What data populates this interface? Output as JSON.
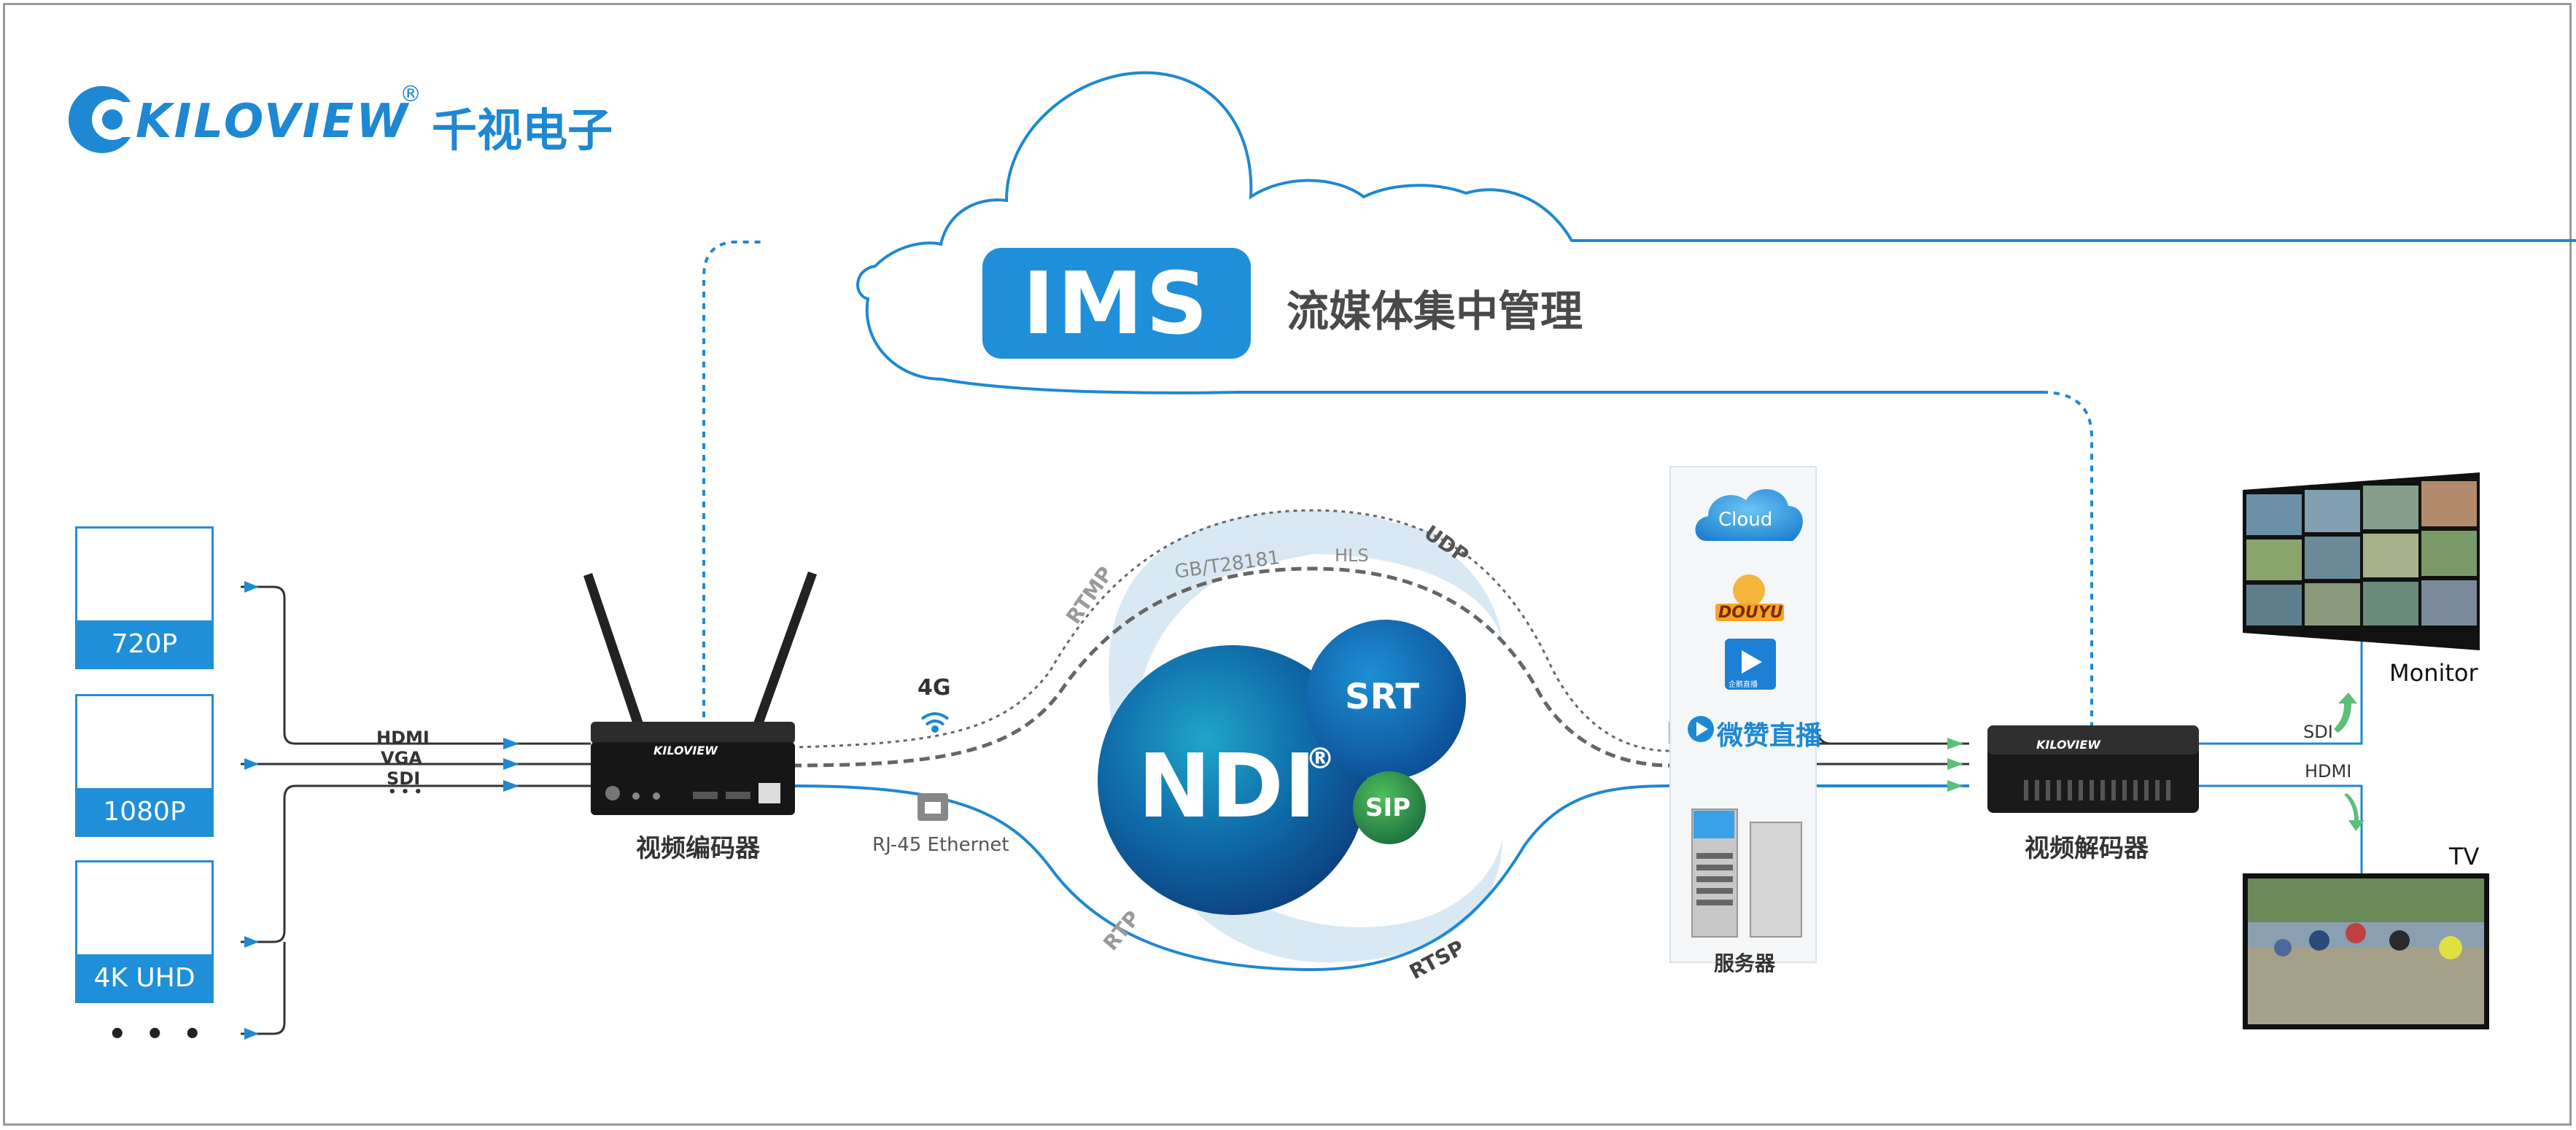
{
  "brand": {
    "name": "KILOVIEW",
    "reg": "®",
    "cn_name": "千视电子"
  },
  "ims": {
    "label": "IMS",
    "desc": "流媒体集中管理"
  },
  "sources": [
    {
      "label": "720P",
      "icon": "ptz-camera-icon"
    },
    {
      "label": "1080P",
      "icon": "cctv-camera-icon"
    },
    {
      "label": "4K UHD",
      "icon": "camcorder-icon"
    }
  ],
  "more_sources": "• • •",
  "signals": {
    "hdmi": "HDMI",
    "vga": "VGA",
    "sdi": "SDI",
    "more": "• • •"
  },
  "encoder": {
    "label": "视频编码器",
    "brand": "KILOVIEW"
  },
  "decoder": {
    "label": "视频解码器",
    "brand": "KILOVIEW"
  },
  "network": {
    "cellular": "4G",
    "ethernet": "RJ-45 Ethernet"
  },
  "protocols": {
    "rtmp": "RTMP",
    "gb": "GB/T28181",
    "hls": "HLS",
    "udp": "UDP",
    "rtp": "RTP",
    "rtsp": "RTSP",
    "ndi": "NDI",
    "ndi_reg": "®",
    "srt": "SRT",
    "sip": "SIP"
  },
  "platforms": {
    "cloud": "Cloud",
    "douyu": "DOUYU",
    "tencent": "企鹅直播",
    "weizan": "微赞直播",
    "server": "服务器"
  },
  "outputs": {
    "monitor": "Monitor",
    "tv": "TV",
    "sdi": "SDI",
    "hdmi": "HDMI"
  },
  "colors": {
    "brand_blue": "#1f8fd9",
    "line_blue": "#1e88d2",
    "arrow_green": "#5bbf7a",
    "ndi_dark": "#0e4f8f",
    "sip_green": "#2e9a55"
  }
}
